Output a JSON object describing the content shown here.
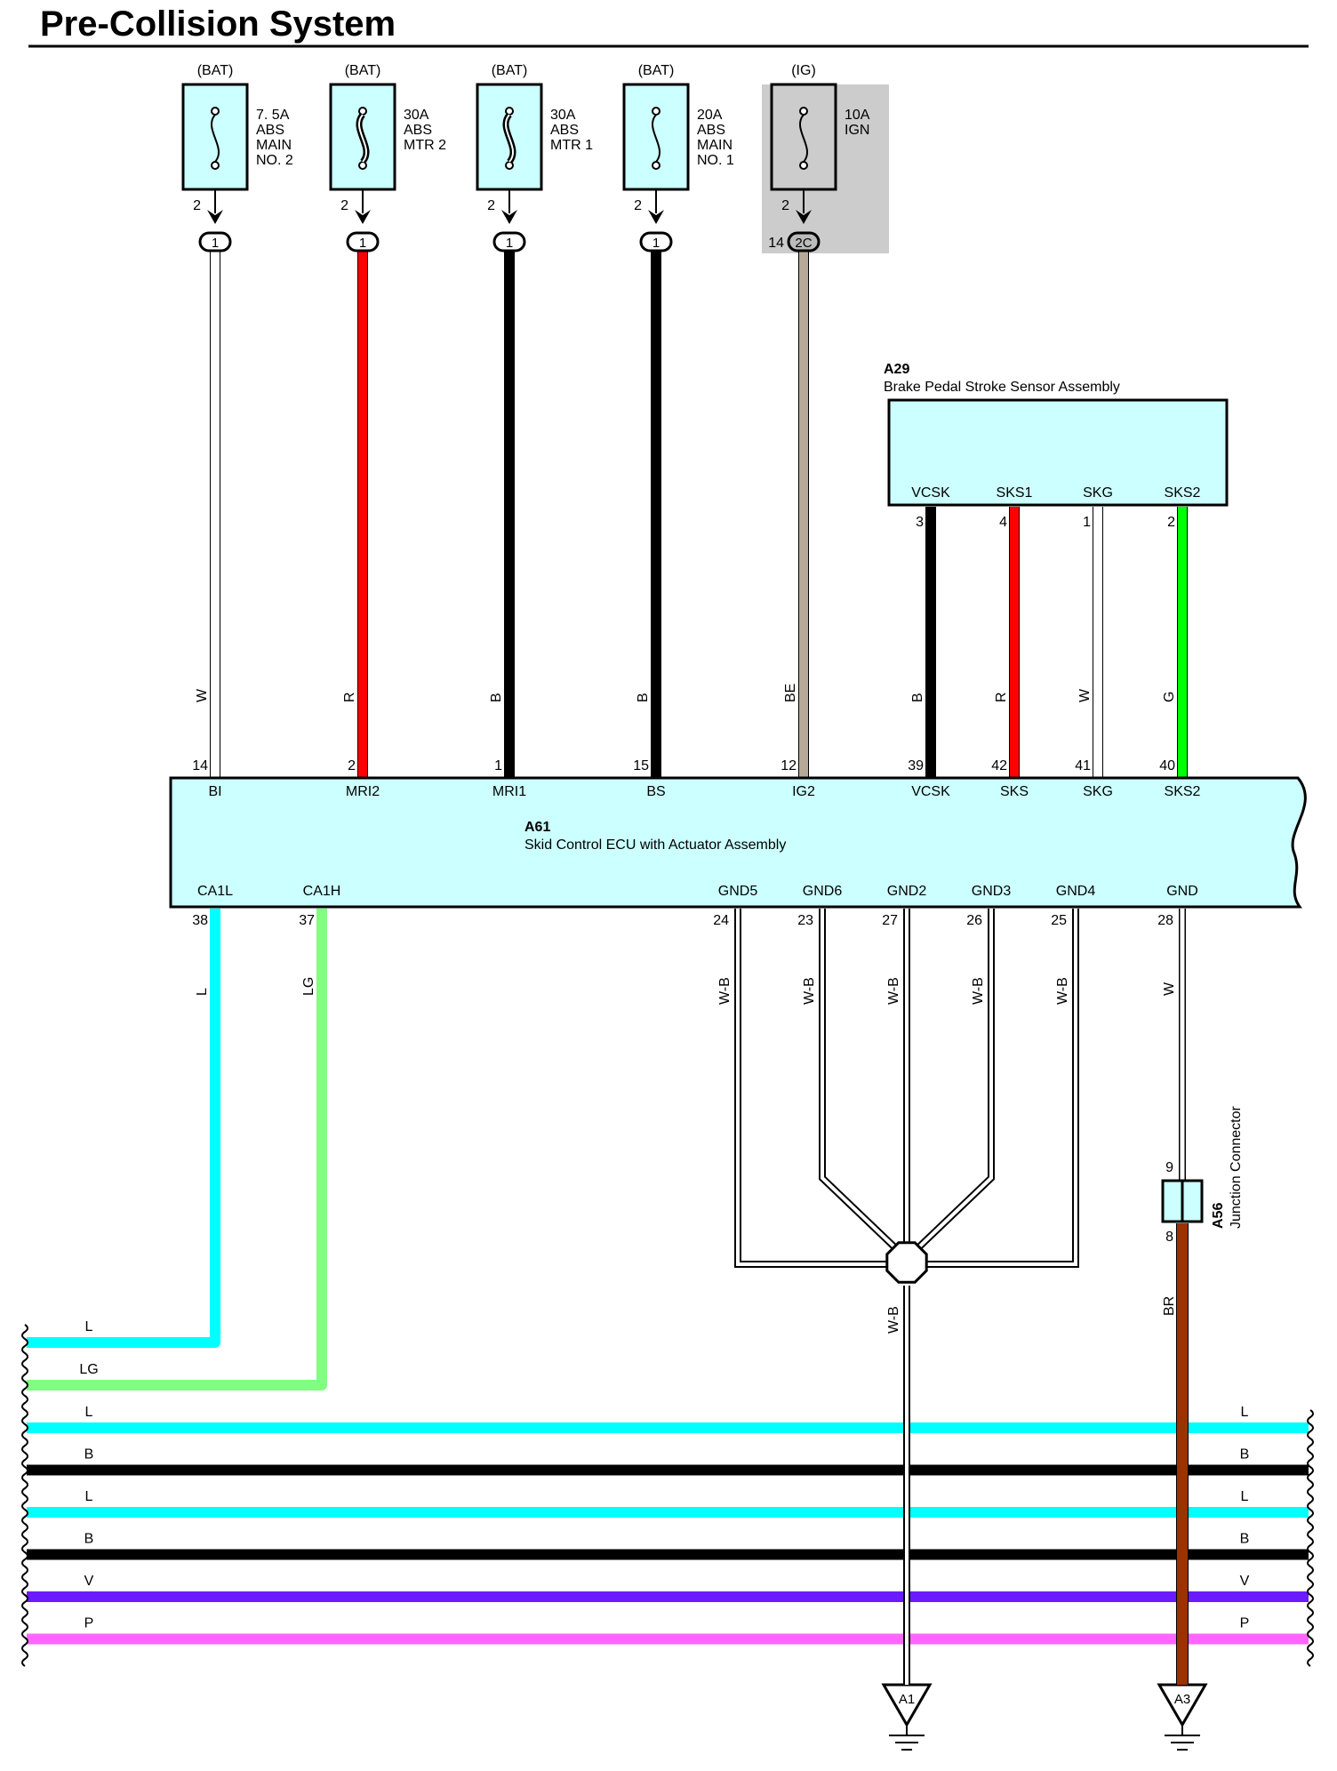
{
  "title": "Pre-Collision System",
  "fuses": [
    {
      "supply": "(BAT)",
      "rating": "7. 5A",
      "name_lines": [
        "ABS",
        "MAIN",
        "NO. 2"
      ],
      "fuse_pin": "2",
      "connector": "1",
      "ecu_pin": "14",
      "ecu_terminal": "BI",
      "wire_color": "W",
      "wire_hex": "#ffffff"
    },
    {
      "supply": "(BAT)",
      "rating": "30A",
      "name_lines": [
        "ABS",
        "MTR 2"
      ],
      "fuse_pin": "2",
      "connector": "1",
      "ecu_pin": "2",
      "ecu_terminal": "MRI2",
      "wire_color": "R",
      "wire_hex": "#ff0000"
    },
    {
      "supply": "(BAT)",
      "rating": "30A",
      "name_lines": [
        "ABS",
        "MTR 1"
      ],
      "fuse_pin": "2",
      "connector": "1",
      "ecu_pin": "1",
      "ecu_terminal": "MRI1",
      "wire_color": "B",
      "wire_hex": "#000000"
    },
    {
      "supply": "(BAT)",
      "rating": "20A",
      "name_lines": [
        "ABS",
        "MAIN",
        "NO. 1"
      ],
      "fuse_pin": "2",
      "connector": "1",
      "ecu_pin": "15",
      "ecu_terminal": "BS",
      "wire_color": "B",
      "wire_hex": "#000000"
    },
    {
      "supply": "(IG)",
      "rating": "10A",
      "name_lines": [
        "IGN"
      ],
      "fuse_pin": "2",
      "connector": "2C",
      "connector_pin": "14",
      "ecu_pin": "12",
      "ecu_terminal": "IG2",
      "wire_color": "BE",
      "wire_hex": "#b8a898"
    }
  ],
  "sensor": {
    "code": "A29",
    "name": "Brake Pedal Stroke Sensor Assembly",
    "terminals": [
      {
        "label": "VCSK",
        "pin": "3",
        "ecu_pin": "39",
        "ecu_terminal": "VCSK",
        "wire_color": "B",
        "wire_hex": "#000000"
      },
      {
        "label": "SKS1",
        "pin": "4",
        "ecu_pin": "42",
        "ecu_terminal": "SKS",
        "wire_color": "R",
        "wire_hex": "#ff0000"
      },
      {
        "label": "SKG",
        "pin": "1",
        "ecu_pin": "41",
        "ecu_terminal": "SKG",
        "wire_color": "W",
        "wire_hex": "#ffffff"
      },
      {
        "label": "SKS2",
        "pin": "2",
        "ecu_pin": "40",
        "ecu_terminal": "SKS2",
        "wire_color": "G",
        "wire_hex": "#00ff00"
      }
    ]
  },
  "ecu": {
    "code": "A61",
    "name": "Skid Control ECU with Actuator Assembly",
    "can_terminals": [
      {
        "label": "CA1L",
        "pin": "38",
        "wire_color": "L",
        "wire_hex": "#00ffff"
      },
      {
        "label": "CA1H",
        "pin": "37",
        "wire_color": "LG",
        "wire_hex": "#80ff80"
      }
    ],
    "ground_terminals": [
      {
        "label": "GND5",
        "pin": "24",
        "wire_color": "W-B"
      },
      {
        "label": "GND6",
        "pin": "23",
        "wire_color": "W-B"
      },
      {
        "label": "GND2",
        "pin": "27",
        "wire_color": "W-B"
      },
      {
        "label": "GND3",
        "pin": "26",
        "wire_color": "W-B"
      },
      {
        "label": "GND4",
        "pin": "25",
        "wire_color": "W-B"
      }
    ],
    "gnd_terminal": {
      "label": "GND",
      "pin": "28",
      "wire_color": "W"
    }
  },
  "splice_wire_color": "W-B",
  "junction": {
    "code": "A56",
    "name": "Junction Connector",
    "pin_in": "9",
    "pin_out": "8",
    "out_wire_color": "BR",
    "out_wire_hex": "#993300"
  },
  "grounds": [
    {
      "label": "A1"
    },
    {
      "label": "A3"
    }
  ],
  "buses": [
    {
      "left": "L",
      "right": "L",
      "hex": "#00ffff"
    },
    {
      "left": "B",
      "right": "B",
      "hex": "#000000"
    },
    {
      "left": "L",
      "right": "L",
      "hex": "#00ffff"
    },
    {
      "left": "B",
      "right": "B",
      "hex": "#000000"
    },
    {
      "left": "V",
      "right": "V",
      "hex": "#6a1bff"
    },
    {
      "left": "P",
      "right": "P",
      "hex": "#ff66ff"
    }
  ],
  "colors": {
    "box_fill": "#ccffff",
    "ig_highlight": "#cccccc"
  }
}
